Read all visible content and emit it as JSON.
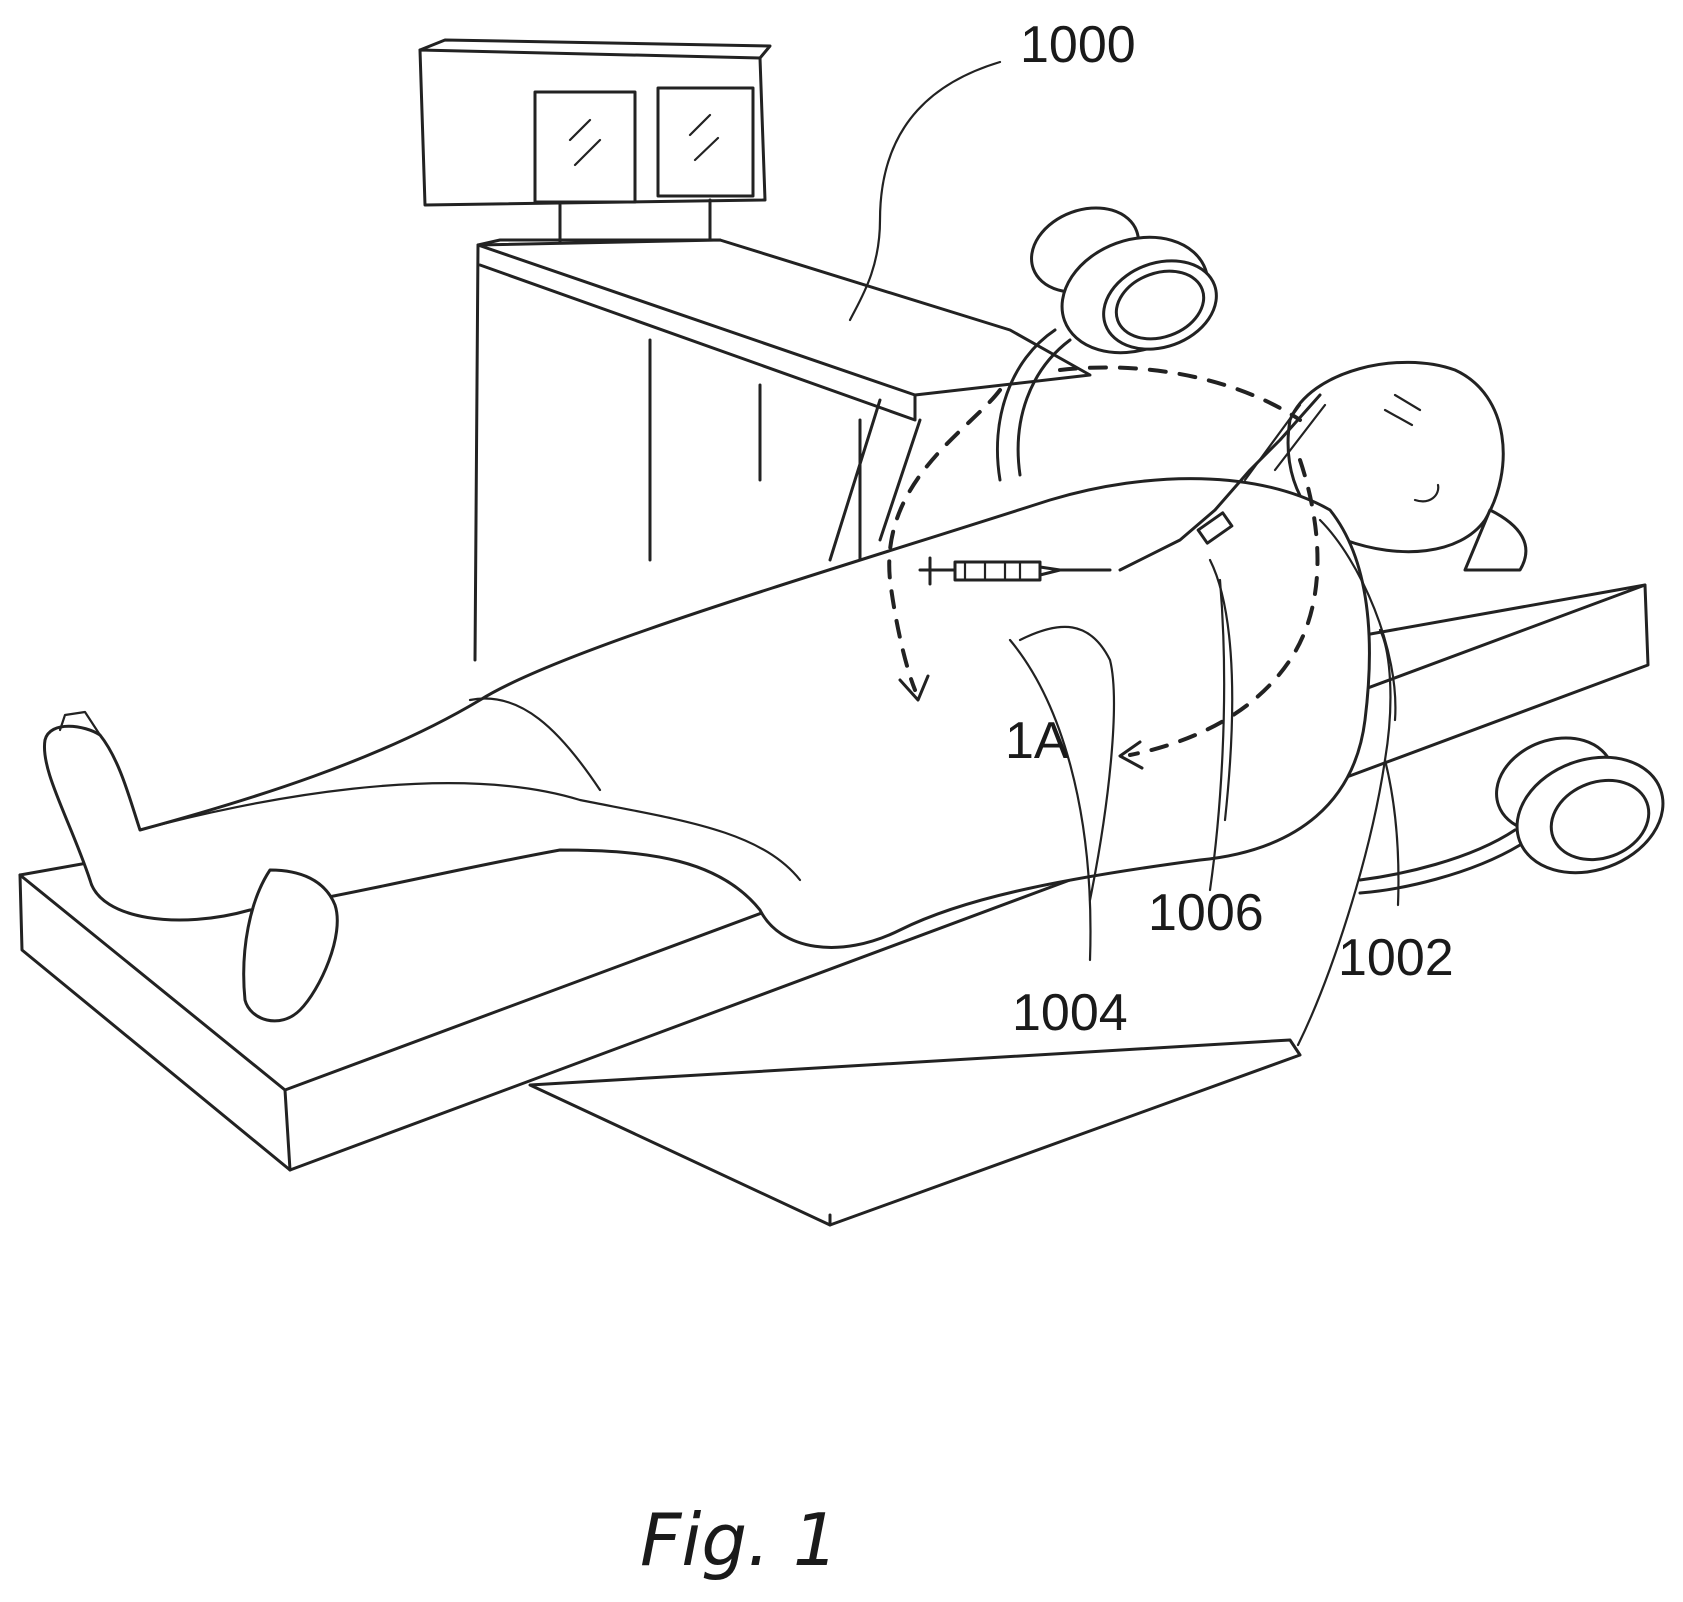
{
  "labels": {
    "system": "1000",
    "lead_1002": "1002",
    "lead_1004": "1004",
    "lead_1006": "1006",
    "region": "1A"
  },
  "caption": "Fig. 1"
}
